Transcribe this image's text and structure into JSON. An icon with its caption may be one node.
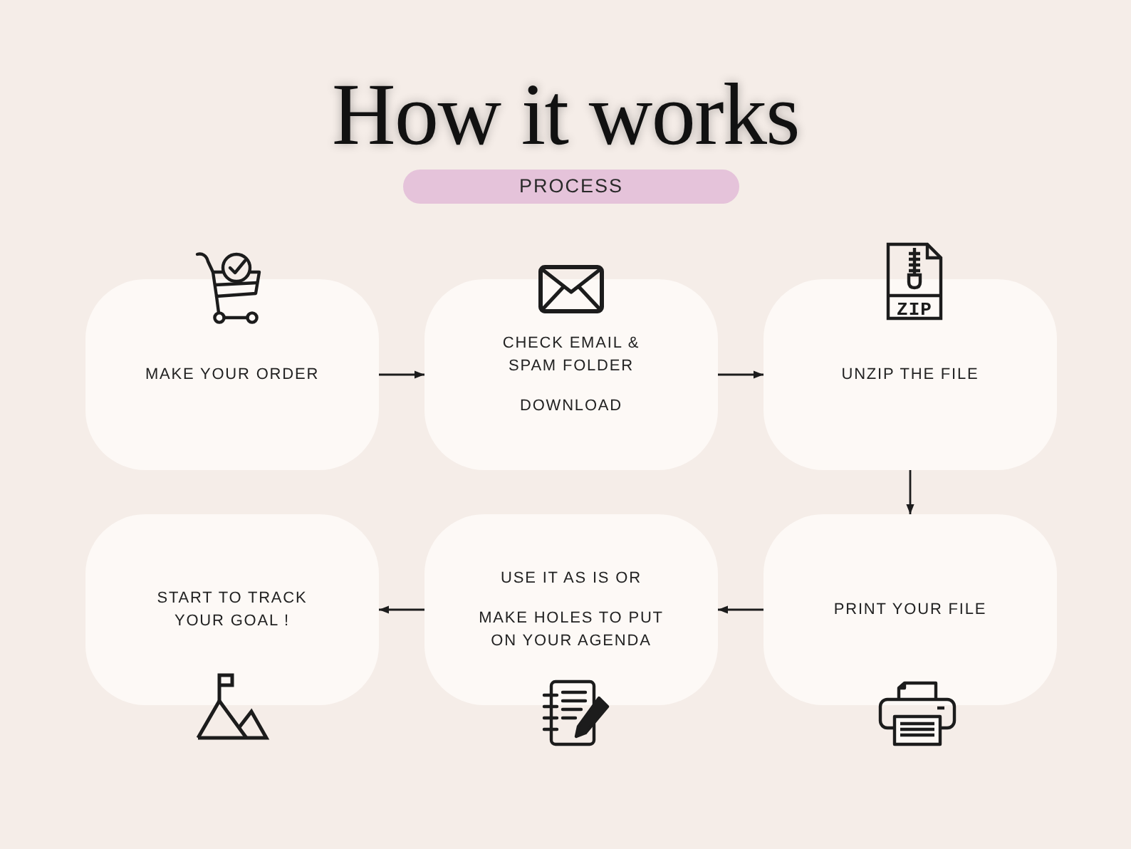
{
  "diagram": {
    "title": "How it works",
    "nodes": [
      {
        "text": [
          "PROCESS"
        ]
      },
      {
        "text": [
          "MAKE YOUR ORDER"
        ]
      },
      {
        "text": [
          "CHECK EMAIL & SPAM FOLDER",
          "DOWNLOAD"
        ]
      },
      {
        "text": [
          "UNZIP THE FILE"
        ]
      },
      {
        "text": [
          "START TO TRACK YOUR GOAL !"
        ]
      },
      {
        "text": [
          "USE IT AS IS OR",
          "MAKE HOLES TO PUT ON YOUR AGENDA"
        ]
      },
      {
        "text": [
          "PRINT YOUR FILE"
        ]
      }
    ],
    "edges": [
      {
        "from": 1,
        "to": 2,
        "arrow": "to"
      },
      {
        "from": 2,
        "to": 3,
        "arrow": "to"
      },
      {
        "from": 3,
        "to": 6,
        "arrow": "to"
      },
      {
        "from": 6,
        "to": 5,
        "arrow": "to"
      },
      {
        "from": 5,
        "to": 4,
        "arrow": "to"
      }
    ],
    "labels": [
      "ZIP"
    ]
  }
}
